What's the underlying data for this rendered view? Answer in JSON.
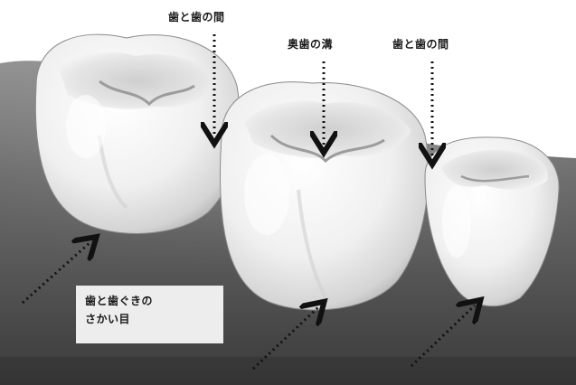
{
  "labels": {
    "between_teeth_left": "歯と歯の間",
    "molar_groove": "奥歯の溝",
    "between_teeth_right": "歯と歯の間",
    "gum_line_line1": "歯と歯ぐきの",
    "gum_line_line2": "さかい目"
  }
}
